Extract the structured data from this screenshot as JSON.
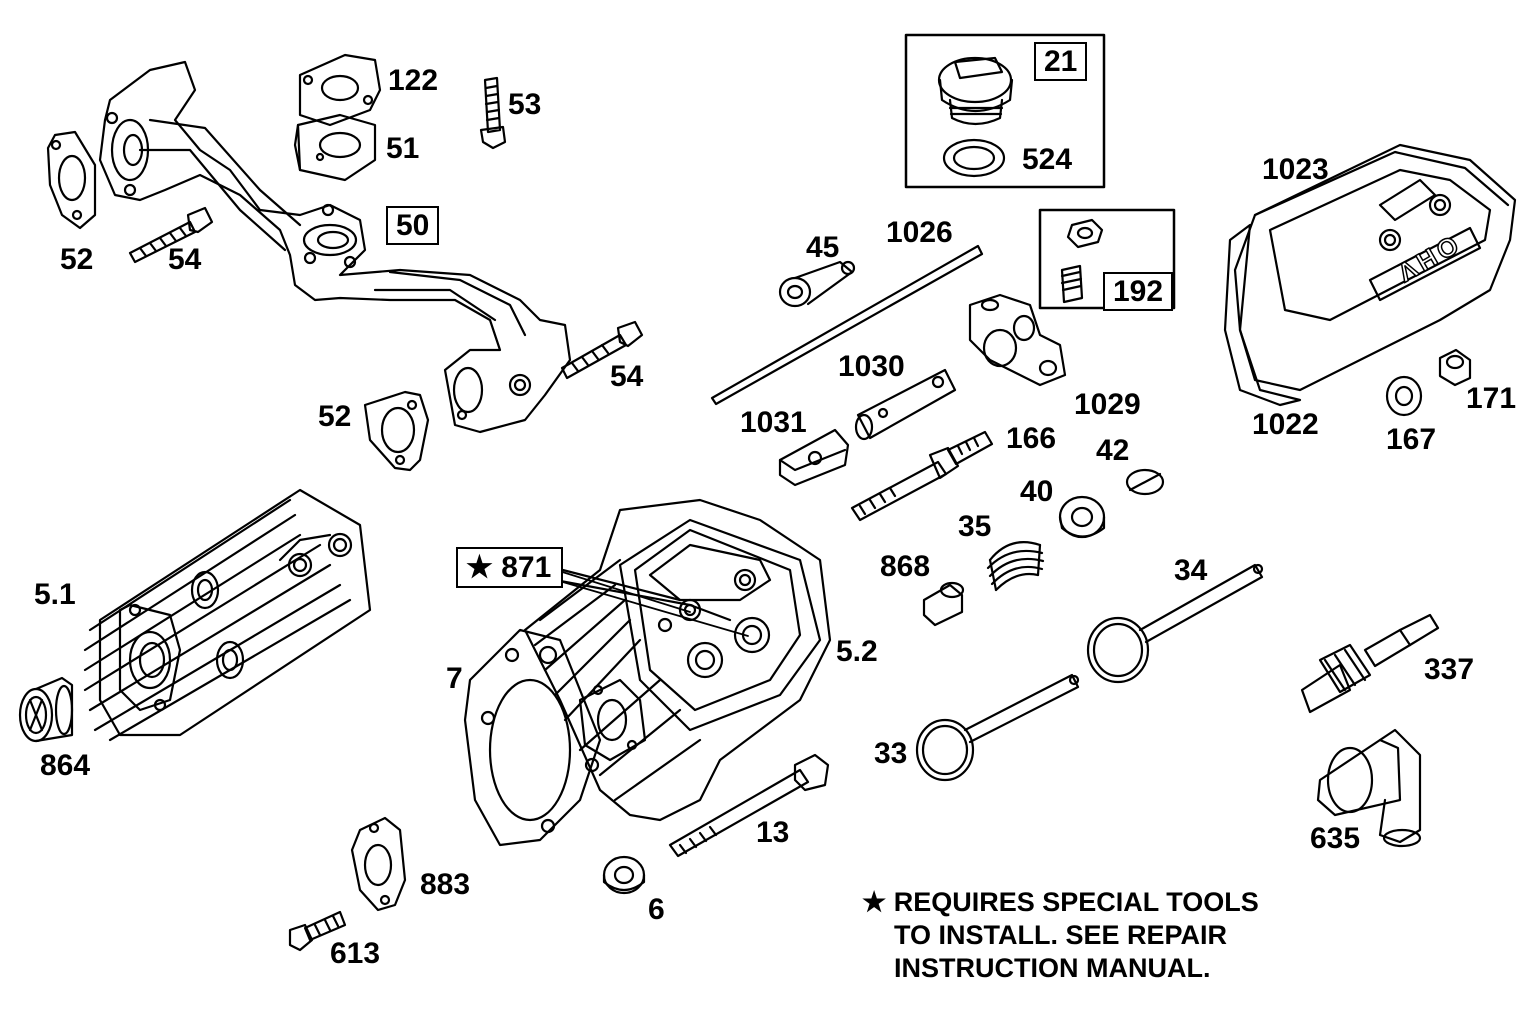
{
  "parts": {
    "p122": "122",
    "p53": "53",
    "p51": "51",
    "p52a": "52",
    "p54a": "54",
    "p50": "50",
    "p54b": "54",
    "p52b": "52",
    "p21": "21",
    "p524": "524",
    "p45": "45",
    "p1026": "1026",
    "p192": "192",
    "p1023": "1023",
    "p1022": "1022",
    "p167": "167",
    "p171": "171",
    "p1030": "1030",
    "p1029": "1029",
    "p1031": "1031",
    "p166": "166",
    "p42": "42",
    "p40": "40",
    "p35": "35",
    "p868": "868",
    "p34": "34",
    "p5_1": "5.1",
    "p871": "871",
    "p5_2": "5.2",
    "p7": "7",
    "p864": "864",
    "p337": "337",
    "p33": "33",
    "p13": "13",
    "p635": "635",
    "p883": "883",
    "p6": "6",
    "p613": "613"
  },
  "star_symbol": "★",
  "note": {
    "line1": "★ REQUIRES SPECIAL TOOLS",
    "line2": "TO INSTALL.  SEE REPAIR",
    "line3": "INSTRUCTION MANUAL."
  },
  "cover_logo_text": "OHV",
  "colors": {
    "ink": "#000000",
    "paper": "#ffffff"
  }
}
